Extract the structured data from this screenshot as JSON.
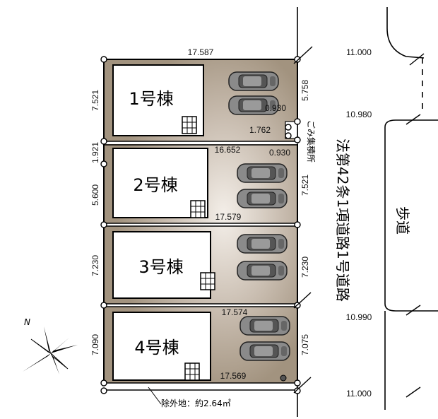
{
  "lots": [
    {
      "label": "1号棟"
    },
    {
      "label": "2号棟"
    },
    {
      "label": "3号棟"
    },
    {
      "label": "4号棟"
    }
  ],
  "dimensions": {
    "top_width": "17.587",
    "lot1_depth_left": "7.521",
    "gap_left": "1.921",
    "lot2_depth_left": "5.600",
    "lot3_depth_left": "7.230",
    "lot4_depth_left": "7.090",
    "lot1_right": "5.758",
    "lot2_right": "7.521",
    "lot3_right": "7.230",
    "lot4_right": "7.075",
    "road_width_1": "11.000",
    "road_width_2": "10.980",
    "road_width_3": "10.990",
    "road_width_4": "11.000",
    "inner_2_top": "16.652",
    "inner_2_bottom": "17.579",
    "inner_4_top": "17.574",
    "inner_4_bottom": "17.569",
    "corner_cut_1": "0.930",
    "corner_cut_2": "0.930",
    "collection_width": "1.762"
  },
  "garbage_label": "ごみ集積所",
  "road_label": "法第42条1項道路1号道路",
  "sidewalk_label": "歩道",
  "excluded_area": "除外地：約2.64㎡",
  "north_label": "N",
  "colors": {
    "lot_fill": "#a89a8a",
    "lot_light": "#efe9e3",
    "house_fill": "#ffffff",
    "line": "#000000"
  }
}
